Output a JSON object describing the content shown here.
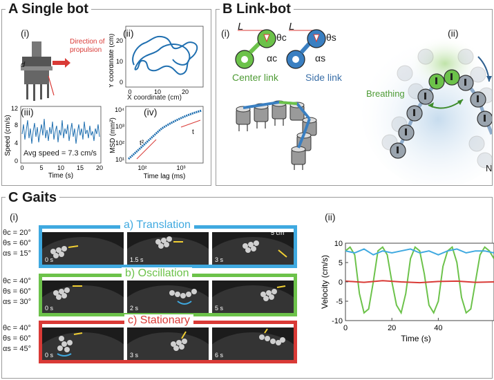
{
  "panel_a": {
    "title": "A Single bot",
    "sub_i": "(i)",
    "sub_ii": "(ii)",
    "sub_iii": "(iii)",
    "sub_iv": "(iv)",
    "i_label": "Direction of propulsion",
    "i_dim": "d",
    "ii": {
      "xlabel": "X coordinate (cm)",
      "ylabel": "Y coordinate (cm)",
      "xticks": [
        "0",
        "10",
        "20"
      ],
      "yticks": [
        "0",
        "10",
        "20"
      ]
    },
    "iii": {
      "xlabel": "Time (s)",
      "ylabel": "Speed (cm/s)",
      "xticks": [
        "0",
        "5",
        "10",
        "15",
        "20"
      ],
      "yticks": [
        "0",
        "4",
        "8",
        "12"
      ],
      "annotation": "Avg speed = 7.3 cm/s"
    },
    "iv": {
      "xlabel": "Time lag (ms)",
      "ylabel": "MSD (mm²)",
      "xticks": [
        "10²",
        "10³"
      ],
      "yticks": [
        "10¹",
        "10²",
        "10³",
        "10⁴"
      ],
      "fit1": "t²",
      "fit2": "t"
    }
  },
  "panel_b": {
    "title": "B Link-bot",
    "sub_i": "(i)",
    "sub_ii": "(ii)",
    "center_link": "Center link",
    "side_link": "Side link",
    "L": "L",
    "theta_c": "θc",
    "theta_s": "θs",
    "alpha_c": "αc",
    "alpha_s": "αs",
    "breathing": "Breathing",
    "edge_label": "N"
  },
  "panel_c": {
    "title": "C Gaits",
    "sub_i": "(i)",
    "sub_ii": "(ii)",
    "scale_bar": "5 cm",
    "gaits": [
      {
        "title": "a) Translation",
        "color": "#3fa9e0",
        "params": [
          "θc = 20°",
          "θs = 60°",
          "αs = 15°"
        ],
        "times": [
          "0 s",
          "1.5 s",
          "3 s"
        ]
      },
      {
        "title": "b) Oscillation",
        "color": "#6cc24a",
        "params": [
          "θc = 40°",
          "θs = 60°",
          "αs = 30°"
        ],
        "times": [
          "0 s",
          "2 s",
          "5 s"
        ]
      },
      {
        "title": "c) Stationary",
        "color": "#d93a36",
        "params": [
          "θc = 40°",
          "θs = 60°",
          "αs = 45°"
        ],
        "times": [
          "0 s",
          "3 s",
          "6 s"
        ]
      }
    ]
  },
  "chart_data": {
    "type": "line",
    "xlabel": "Time (s)",
    "ylabel": "Velocity (cm/s)",
    "xlim": [
      0,
      64
    ],
    "ylim": [
      -10,
      10
    ],
    "xticks": [
      "0",
      "20",
      "40"
    ],
    "yticks": [
      "10",
      "5",
      "0",
      "-5",
      "-10"
    ],
    "series": [
      {
        "color": "#6cc24a",
        "x": [
          0,
          2,
          4,
          6,
          8,
          10,
          12,
          14,
          16,
          18,
          20,
          22,
          24,
          26,
          28,
          30,
          32,
          34,
          36,
          38,
          40,
          42,
          44,
          46,
          48,
          50,
          52,
          54,
          56,
          58,
          60,
          62,
          64
        ],
        "values": [
          8,
          9,
          7,
          -3,
          -8,
          -7,
          0,
          8,
          9,
          7,
          0,
          -6,
          -8,
          -3,
          6,
          9,
          8,
          2,
          -6,
          -8,
          -5,
          4,
          8,
          9,
          5,
          -4,
          -8,
          -7,
          0,
          7,
          9,
          8,
          6
        ]
      },
      {
        "color": "#3fa9e0",
        "x": [
          0,
          4,
          8,
          12,
          16,
          20,
          24,
          28,
          32,
          36,
          40,
          44,
          48,
          52,
          56,
          60,
          64
        ],
        "values": [
          8,
          7.5,
          8.5,
          7,
          8,
          7.5,
          8,
          8.5,
          7.5,
          8,
          7,
          8,
          8.5,
          7.5,
          8,
          8,
          7.5
        ]
      },
      {
        "color": "#d93a36",
        "x": [
          0,
          8,
          16,
          24,
          32,
          40,
          48,
          56,
          64
        ],
        "values": [
          0.2,
          -0.1,
          0.3,
          0,
          -0.2,
          0.1,
          0.2,
          -0.1,
          0
        ]
      }
    ]
  }
}
